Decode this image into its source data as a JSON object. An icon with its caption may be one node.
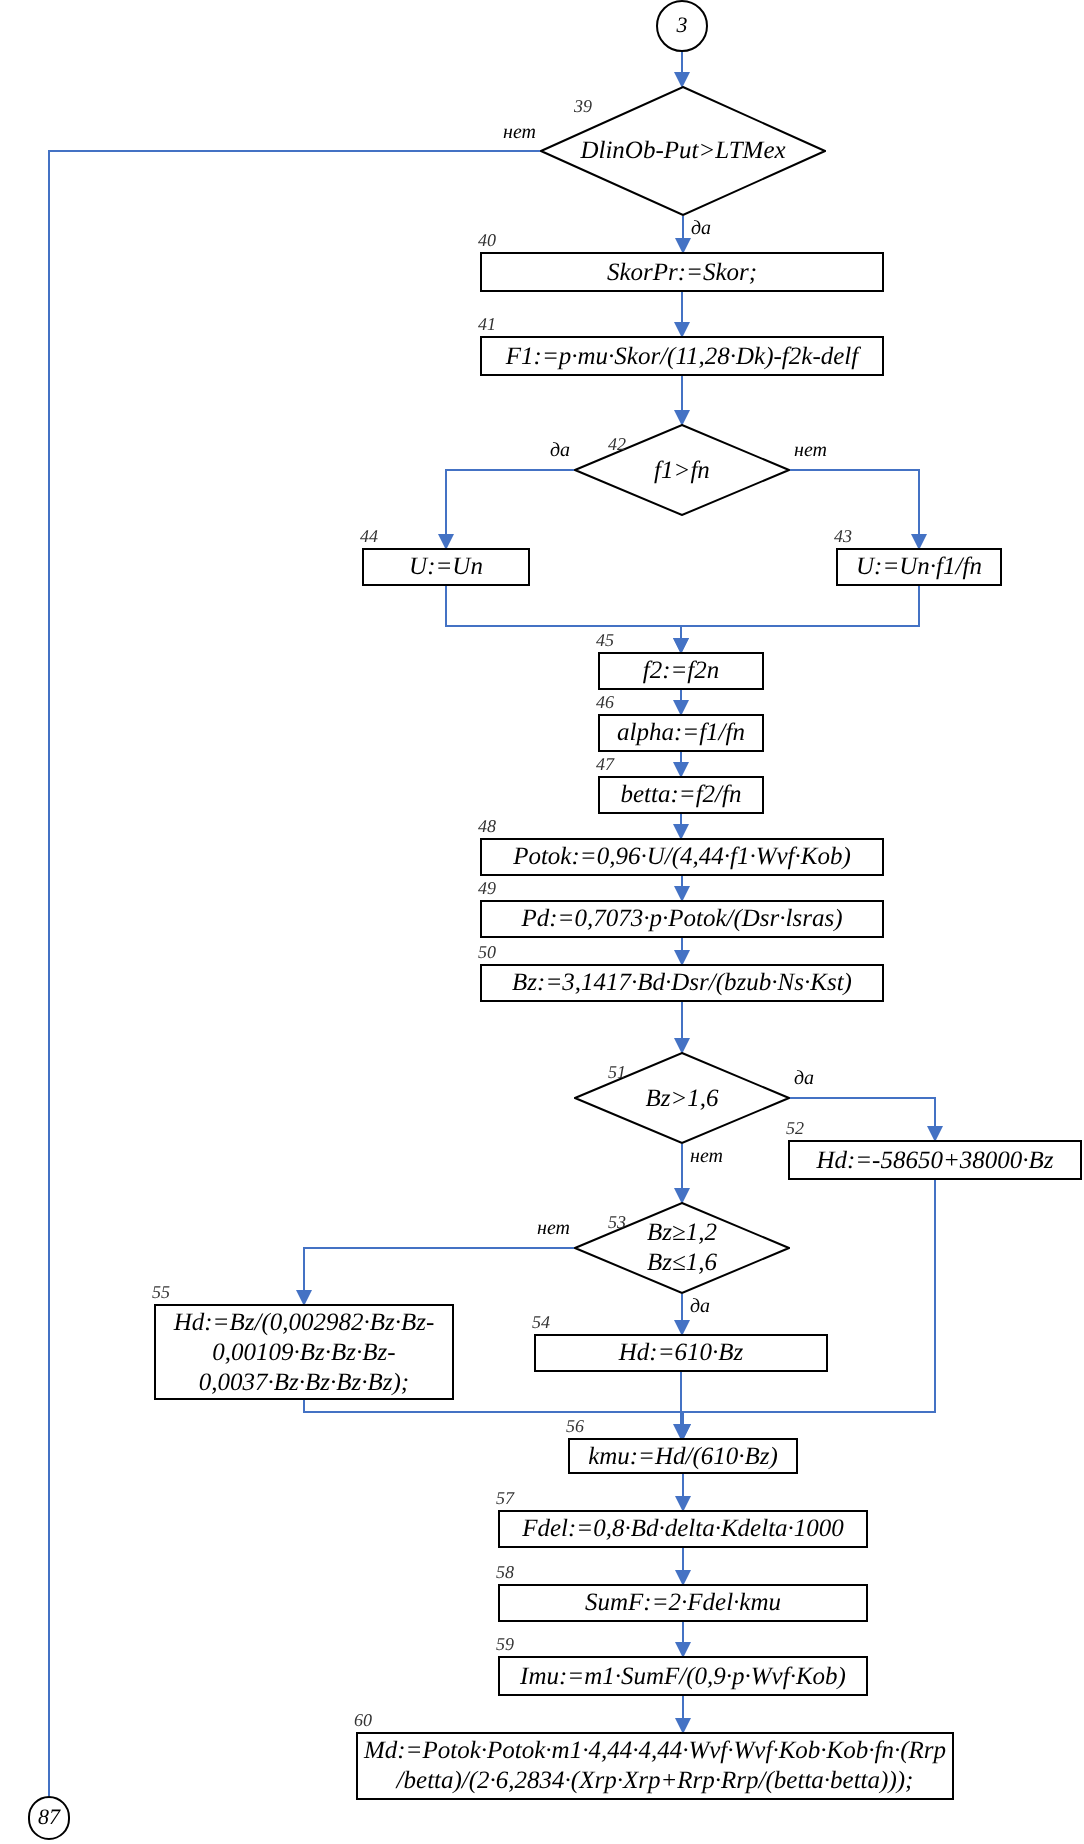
{
  "diagram": {
    "nodes": [
      {
        "text": [
          "3"
        ]
      },
      {
        "text": [
          "DlinOb-Put>LTMex"
        ],
        "beside": [
          "39"
        ]
      },
      {
        "text": [
          "SkorPr:=Skor;"
        ],
        "beside": [
          "40"
        ]
      },
      {
        "text": [
          "F1:=p·mu·Skor/(11,28·Dk)-f2k-delf"
        ],
        "beside": [
          "41"
        ]
      },
      {
        "text": [
          "f1>fn"
        ],
        "beside": [
          "42"
        ]
      },
      {
        "text": [
          "U:=Un"
        ],
        "beside": [
          "44"
        ]
      },
      {
        "text": [
          "U:=Un·f1/fn"
        ],
        "beside": [
          "43"
        ]
      },
      {
        "text": [
          "f2:=f2n"
        ],
        "beside": [
          "45"
        ]
      },
      {
        "text": [
          "alpha:=f1/fn"
        ],
        "beside": [
          "46"
        ]
      },
      {
        "text": [
          "betta:=f2/fn"
        ],
        "beside": [
          "47"
        ]
      },
      {
        "text": [
          "Potok:=0,96·U/(4,44·f1·Wvf·Kob)"
        ],
        "beside": [
          "48"
        ]
      },
      {
        "text": [
          "Pd:=0,7073·p·Potok/(Dsr·lsras)"
        ],
        "beside": [
          "49"
        ]
      },
      {
        "text": [
          "Bz:=3,1417·Bd·Dsr/(bzub·Ns·Kst)"
        ],
        "beside": [
          "50"
        ]
      },
      {
        "text": [
          "Bz>1,6"
        ],
        "beside": [
          "51"
        ]
      },
      {
        "text": [
          "Hd:=-58650+38000·Bz"
        ],
        "beside": [
          "52"
        ]
      },
      {
        "text": [
          "Bz≥1,2 Bz≤1,6"
        ],
        "beside": [
          "53"
        ]
      },
      {
        "text": [
          "Hd:=Bz/(0,002982·Bz·Bz-0,00109·Bz·Bz·Bz-0,0037·Bz·Bz·Bz·Bz);"
        ],
        "beside": [
          "55"
        ]
      },
      {
        "text": [
          "Hd:=610·Bz"
        ],
        "beside": [
          "54"
        ]
      },
      {
        "text": [
          "kmu:=Hd/(610·Bz)"
        ],
        "beside": [
          "56"
        ]
      },
      {
        "text": [
          "Fdel:=0,8·Bd·delta·Kdelta·1000"
        ],
        "beside": [
          "57"
        ]
      },
      {
        "text": [
          "SumF:=2·Fdel·kmu"
        ],
        "beside": [
          "58"
        ]
      },
      {
        "text": [
          "Imu:=m1·SumF/(0,9·p·Wvf·Kob)"
        ],
        "beside": [
          "59"
        ]
      },
      {
        "text": [
          "Md:=Potok·Potok·m1·4,44·4,44·Wvf·Wvf·Kob·Kob·fn·(Rrp/betta)/(2·6,2834·(Xrp·Xrp+Rrp·Rrp/(betta·betta)));"
        ],
        "beside": [
          "60"
        ]
      },
      {
        "text": [
          "87"
        ]
      }
    ],
    "edges": [
      {
        "from": 0,
        "to": 1,
        "arrow": "to"
      },
      {
        "from": 1,
        "to": 2,
        "arrow": "to",
        "label": "да"
      },
      {
        "from": 1,
        "to": 23,
        "arrow": "none",
        "label": "нет"
      },
      {
        "from": 2,
        "to": 3,
        "arrow": "to"
      },
      {
        "from": 3,
        "to": 4,
        "arrow": "to"
      },
      {
        "from": 4,
        "to": 5,
        "arrow": "to",
        "label": "да"
      },
      {
        "from": 4,
        "to": 6,
        "arrow": "to",
        "label": "нет"
      },
      {
        "from": 5,
        "to": 7,
        "arrow": "to"
      },
      {
        "from": 6,
        "to": 7,
        "arrow": "to"
      },
      {
        "from": 7,
        "to": 8,
        "arrow": "to"
      },
      {
        "from": 8,
        "to": 9,
        "arrow": "to"
      },
      {
        "from": 9,
        "to": 10,
        "arrow": "to"
      },
      {
        "from": 10,
        "to": 11,
        "arrow": "to"
      },
      {
        "from": 11,
        "to": 12,
        "arrow": "to"
      },
      {
        "from": 12,
        "to": 13,
        "arrow": "to"
      },
      {
        "from": 13,
        "to": 14,
        "arrow": "to",
        "label": "да"
      },
      {
        "from": 13,
        "to": 15,
        "arrow": "to",
        "label": "нет"
      },
      {
        "from": 15,
        "to": 16,
        "arrow": "to",
        "label": "нет"
      },
      {
        "from": 15,
        "to": 17,
        "arrow": "to",
        "label": "да"
      },
      {
        "from": 16,
        "to": 18,
        "arrow": "to"
      },
      {
        "from": 17,
        "to": 18,
        "arrow": "to"
      },
      {
        "from": 14,
        "to": 18,
        "arrow": "to"
      },
      {
        "from": 18,
        "to": 19,
        "arrow": "to"
      },
      {
        "from": 19,
        "to": 20,
        "arrow": "to"
      },
      {
        "from": 20,
        "to": 21,
        "arrow": "to"
      },
      {
        "from": 21,
        "to": 22,
        "arrow": "to"
      }
    ]
  }
}
